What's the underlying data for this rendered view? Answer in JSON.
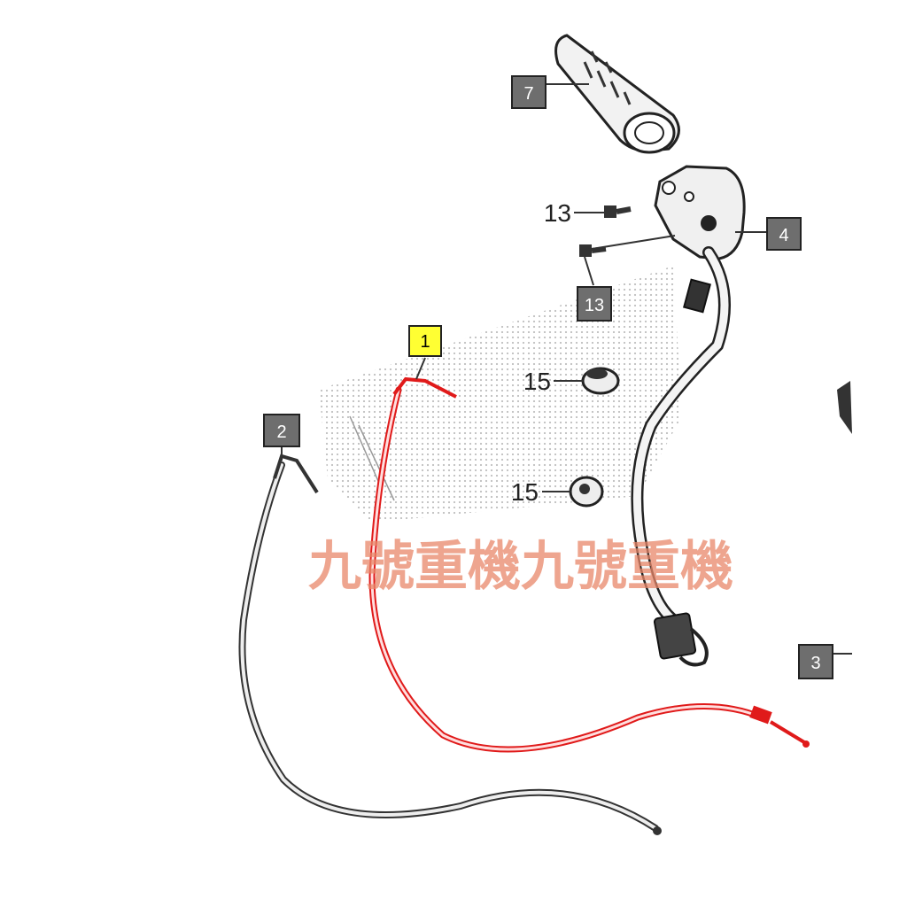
{
  "callouts": {
    "c7": "7",
    "c1": "1",
    "c2": "2",
    "c4": "4",
    "c13_box": "13",
    "c13_plain": "13",
    "c15_top": "15",
    "c15_bottom": "15",
    "c3": "3"
  },
  "watermark": "九號重機九號重機",
  "colors": {
    "highlight_cable": "#e01a1a",
    "callout_box": "#6e6e6e",
    "callout_highlight": "#ffff33",
    "watermark": "#e8876a"
  }
}
